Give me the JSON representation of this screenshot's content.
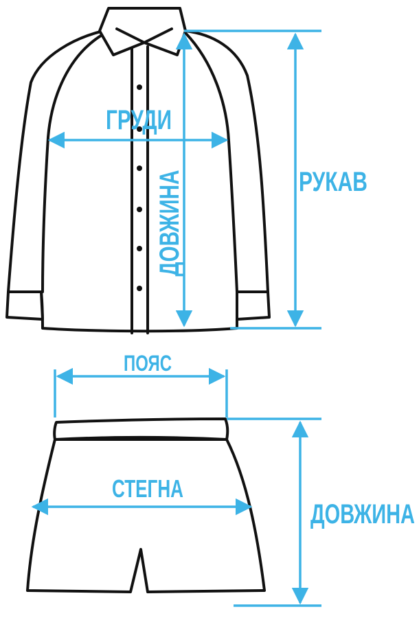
{
  "labels": {
    "chest": "ГРУДИ",
    "sleeve": "РУКАВ",
    "shirt_length": "ДОВЖИНА",
    "waist": "ПОЯС",
    "hips": "СТЕГНА",
    "shorts_length": "ДОВЖИНА"
  },
  "colors": {
    "accent": "#3db3e6",
    "outline": "#111111"
  }
}
